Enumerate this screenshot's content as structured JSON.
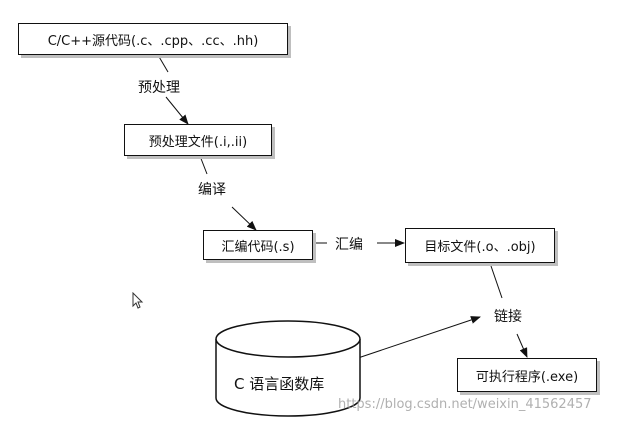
{
  "nodes": {
    "source": "C/C++源代码(.c、.cpp、.cc、.hh)",
    "preprocessed": "预处理文件(.i,.ii)",
    "assembly": "汇编代码(.s)",
    "object": "目标文件(.o、.obj)",
    "executable": "可执行程序(.exe)",
    "library": "C  语言函数库"
  },
  "labels": {
    "preprocess": "预处理",
    "compile": "编译",
    "assemble": "汇编",
    "link": "链接"
  },
  "watermark": "https://blog.csdn.net/weixin_41562457",
  "colors": {
    "line": "#111111",
    "shadow": "#bfbfbf",
    "watermark": "#999999"
  }
}
